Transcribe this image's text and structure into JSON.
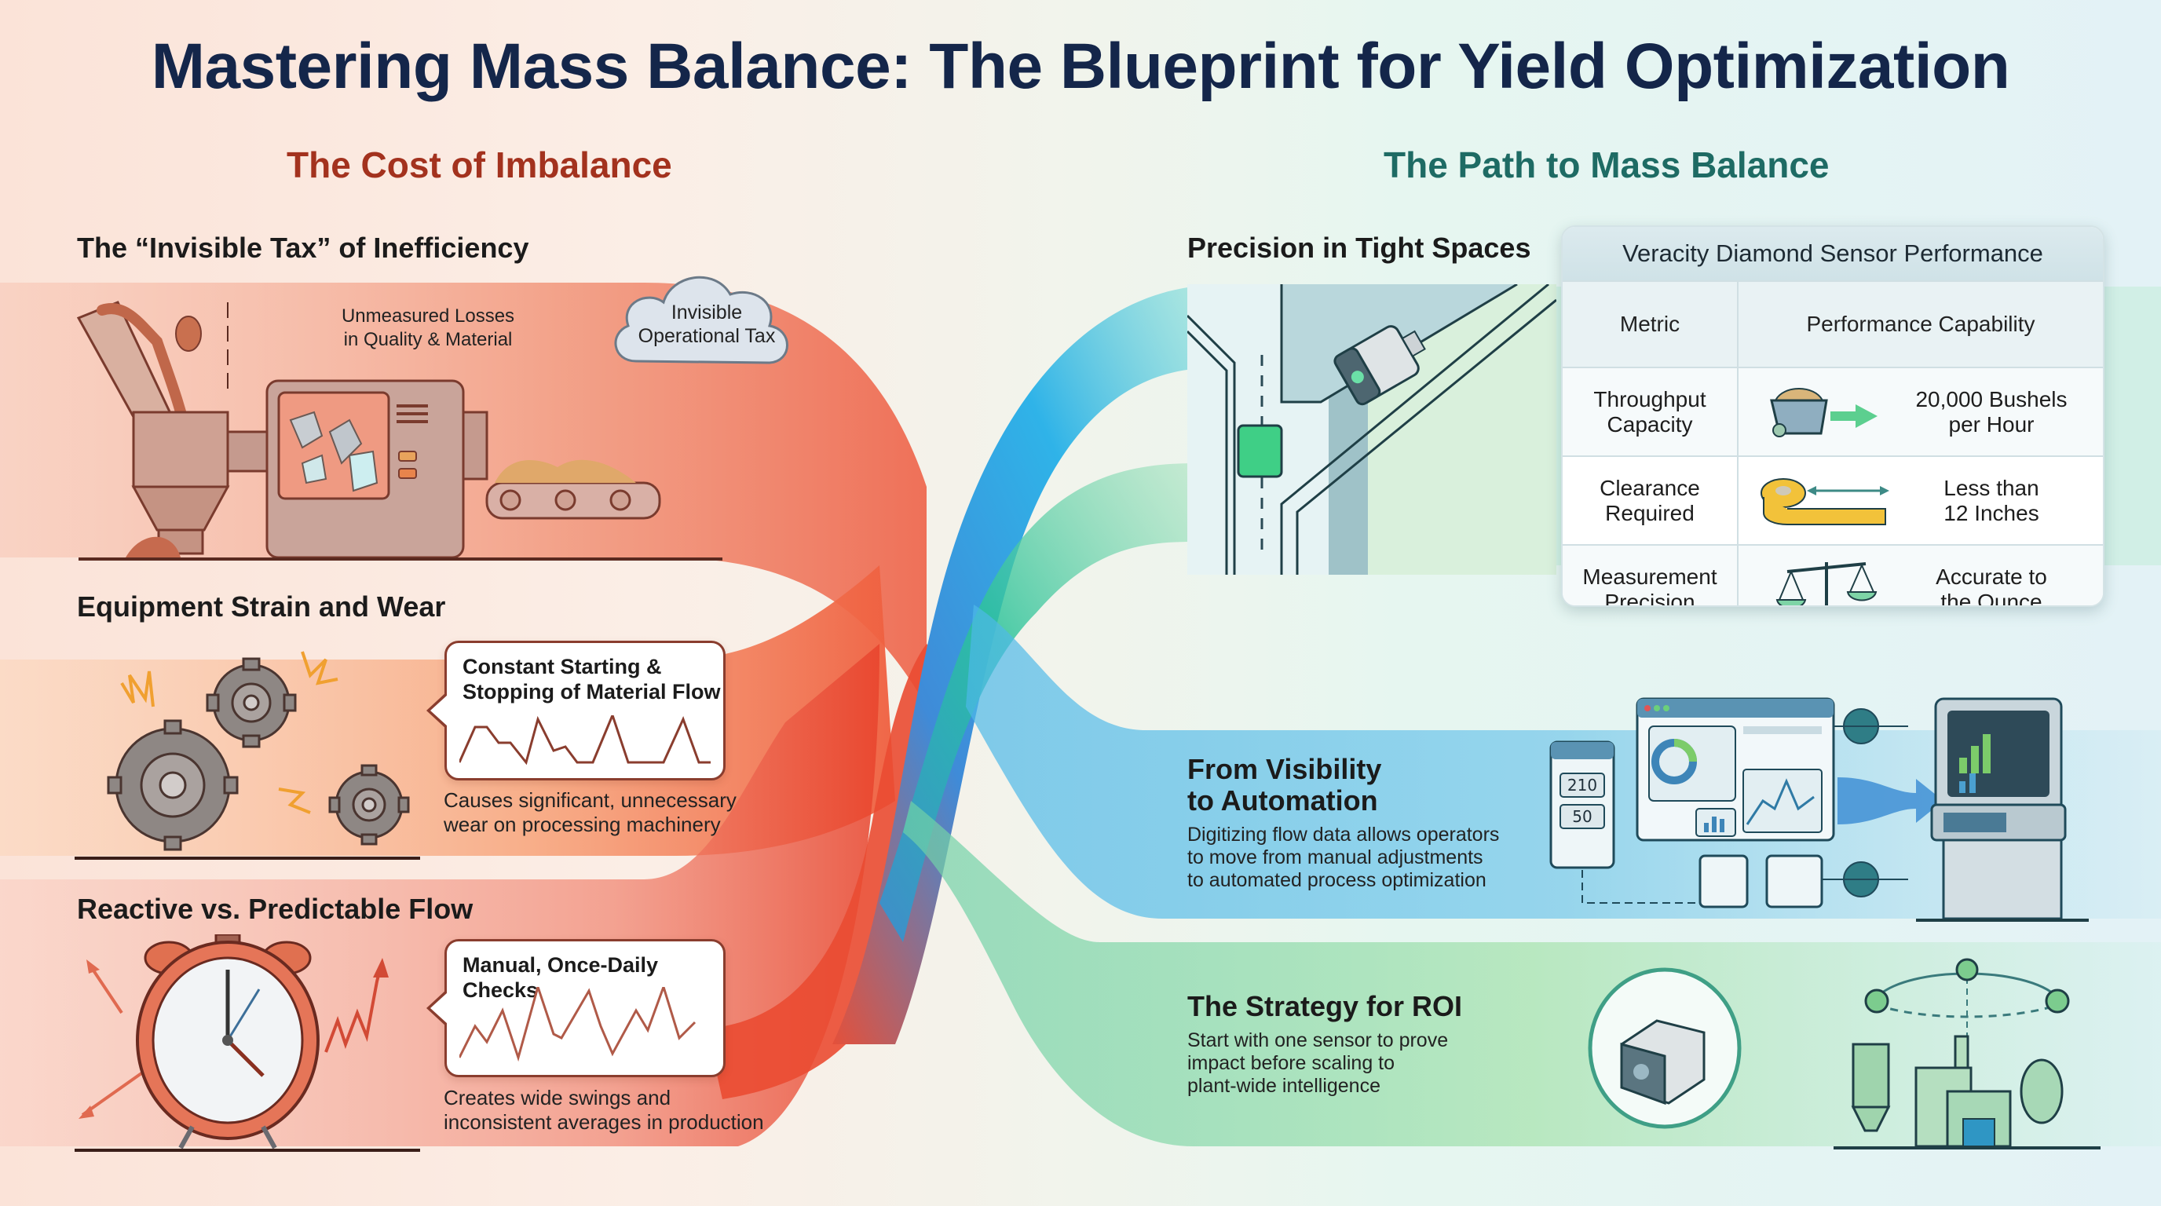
{
  "title": "Mastering Mass Balance: The Blueprint for Yield Optimization",
  "colors": {
    "title": "#14264a",
    "left_accent": "#a3321e",
    "right_accent": "#1e6b64",
    "red_ribbon": "#ee5a3c",
    "blue_ribbon": "#2f9bdc",
    "green_ribbon": "#52c79a"
  },
  "left_section": {
    "heading": "The Cost of Imbalance",
    "blocks": [
      {
        "heading": "The “Invisible Tax” of Inefficiency",
        "illustration": "processing-machine-icon",
        "label": "Unmeasured Losses\nin Quality & Material",
        "cloud_label": "Invisible\nOperational Tax"
      },
      {
        "heading": "Equipment Strain and Wear",
        "illustration": "worn-gears-icon",
        "bubble_title": "Constant Starting &\nStopping of Material Flow",
        "bubble_chart": "spiky-start-stop-line",
        "caption": "Causes significant, unnecessary\nwear on processing machinery"
      },
      {
        "heading": "Reactive vs. Predictable Flow",
        "illustration": "alarm-clock-icon",
        "bubble_title": "Manual, Once-Daily Checks",
        "bubble_chart": "erratic-swing-line",
        "caption": "Creates wide swings and\ninconsistent averages in production"
      }
    ]
  },
  "right_section": {
    "heading": "The Path to Mass Balance",
    "precision": {
      "heading": "Precision in Tight Spaces",
      "illustration": "chute-sensor-icon"
    },
    "table": {
      "caption": "Veracity Diamond Sensor Performance",
      "headers": [
        "Metric",
        "Performance Capability"
      ],
      "rows": [
        {
          "metric": "Throughput\nCapacity",
          "icon": "grain-cart-arrow-icon",
          "value": "20,000 Bushels\nper Hour"
        },
        {
          "metric": "Clearance\nRequired",
          "icon": "tape-measure-icon",
          "value": "Less than\n12 Inches"
        },
        {
          "metric": "Measurement\nPrecision",
          "icon": "balance-scale-icon",
          "value": "Accurate to\nthe Ounce"
        }
      ]
    },
    "automation": {
      "heading": "From Visibility\nto Automation",
      "body": "Digitizing flow data allows operators\nto move from manual adjustments\nto automated process optimization",
      "readouts": [
        "210",
        "50"
      ],
      "illustration": "dashboard-to-control-terminal-icon"
    },
    "roi": {
      "heading": "The Strategy for ROI",
      "body": "Start with one sensor to prove\nimpact before scaling to\nplant-wide intelligence",
      "illustration_left": "single-sensor-icon",
      "illustration_right": "connected-plant-icon"
    }
  }
}
